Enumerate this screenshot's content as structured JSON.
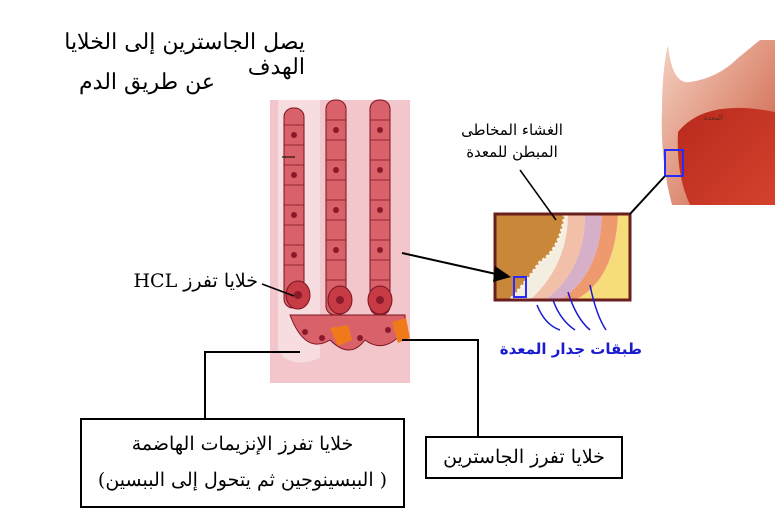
{
  "title": {
    "line1": "يصل الجاسترين إلى الخلايا الهدف",
    "line2": "عن طريق الدم"
  },
  "labels": {
    "hcl_cells": "خلايا تفرز HCL",
    "mucosa_line1": "الغشاء المخاطى",
    "mucosa_line2": "المبطن للمعدة",
    "wall_layers": "طبقات جدار المعدة",
    "stomach_small_label": "المعدة"
  },
  "boxes": {
    "enzymes_line1": "خلايا تفرز الإنزيمات الهاضمة",
    "enzymes_line2": "( الببسينوجين ثم يتحول إلى الببسين)",
    "gastrin": "خلايا تفرز الجاسترين"
  },
  "colors": {
    "tissue_bg": "#f3c6cc",
    "cell_fill": "#d9616a",
    "nucleus": "#8a1a2a",
    "orange_cell": "#f07a1a",
    "frame": "#6b1e1e",
    "highlight_box": "#2a2aff",
    "blue_text": "#1a1ad0"
  }
}
